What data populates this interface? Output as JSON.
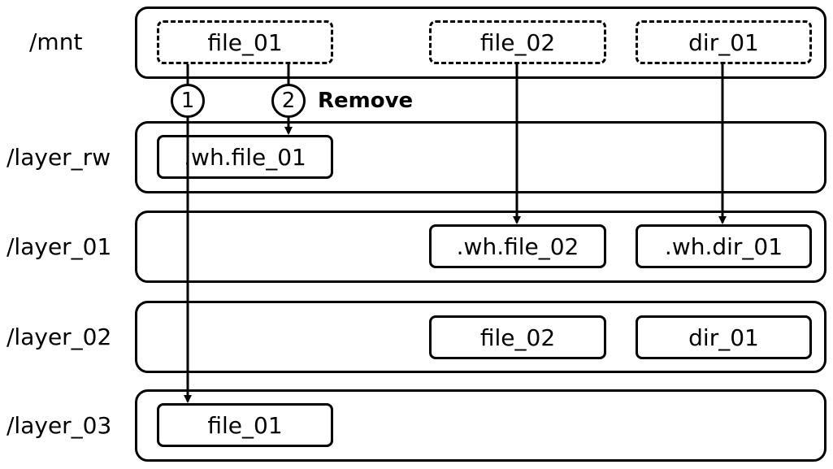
{
  "layers": [
    {
      "label": "/mnt"
    },
    {
      "label": "/layer_rw"
    },
    {
      "label": "/layer_01"
    },
    {
      "label": "/layer_02"
    },
    {
      "label": "/layer_03"
    }
  ],
  "mnt": {
    "file_01": "file_01",
    "file_02": "file_02",
    "dir_01": "dir_01"
  },
  "layer_rw": {
    "wh_file_01": ".wh.file_01"
  },
  "layer_01": {
    "wh_file_02": ".wh.file_02",
    "wh_dir_01": ".wh.dir_01"
  },
  "layer_02": {
    "file_02": "file_02",
    "dir_01": "dir_01"
  },
  "layer_03": {
    "file_01": "file_01"
  },
  "steps": {
    "one": "1",
    "two": "2",
    "remove": "Remove"
  }
}
